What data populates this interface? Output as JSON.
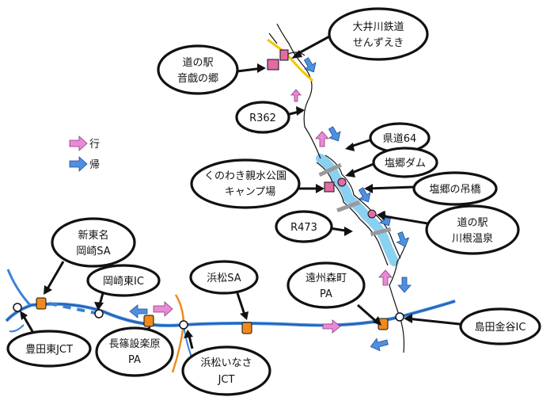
{
  "labels": {
    "oigawa": [
      "大井川鉄道",
      "せんずえき"
    ],
    "michinoeki_otoi": [
      "道の駅",
      "音戯の郷"
    ],
    "r362": [
      "R362"
    ],
    "kendo64": [
      "県道64"
    ],
    "shiogo_dam": [
      "塩郷ダム"
    ],
    "shiogo_bridge": [
      "塩郷の吊橋"
    ],
    "kunowaki": [
      "くのわき親水公園",
      "キャンプ場"
    ],
    "r473": [
      "R473"
    ],
    "michinoeki_kawane": [
      "道の駅",
      "川根温泉"
    ],
    "shin_tomei": [
      "新東名",
      "岡崎SA"
    ],
    "okazaki_higashi": [
      "岡崎東IC"
    ],
    "hamamatsu_sa": [
      "浜松SA"
    ],
    "enshu_morimachi": [
      "遠州森町",
      "PA"
    ],
    "shimada_kanaya": [
      "島田金谷IC"
    ],
    "toyota_higashi": [
      "豊田東JCT"
    ],
    "nagashino": [
      "長篠設楽原",
      "PA"
    ],
    "hamamatsu_inasa": [
      "浜松いなさ",
      "JCT"
    ]
  },
  "legend": {
    "outbound": "行",
    "return": "帰"
  },
  "colors": {
    "highway": "#3a82d6",
    "river": "#8ad0f0",
    "outbound_arrow": "#e98ad6",
    "return_arrow": "#4e8fe0",
    "rail": "#f5c400",
    "marker": "#f08a1c",
    "station_pink": "#e36ba6"
  }
}
